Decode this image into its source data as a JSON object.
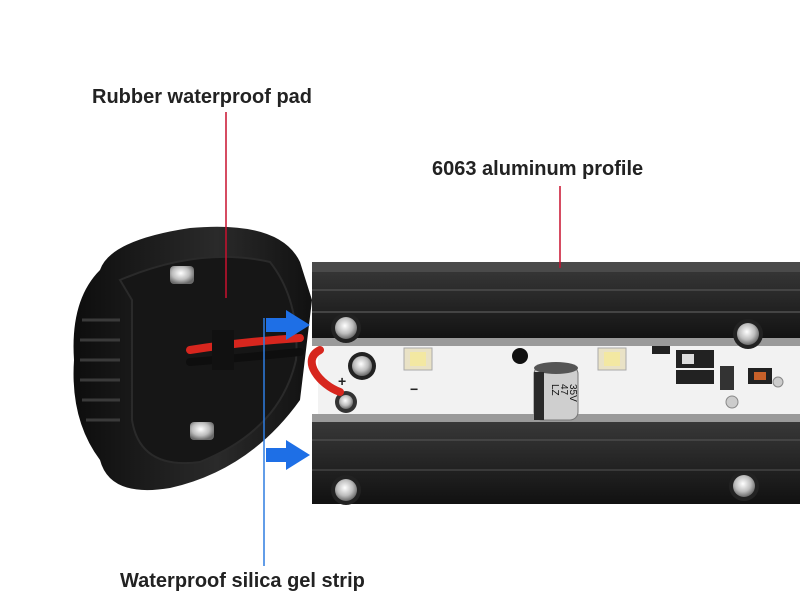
{
  "labels": {
    "rubber_pad": "Rubber waterproof pad",
    "aluminum_profile": "6063 aluminum profile",
    "silica_strip": "Waterproof silica gel strip"
  },
  "component_markings": {
    "capacitor": [
      "LZ",
      "47",
      "35V"
    ],
    "board_polarity": [
      "+",
      "−"
    ]
  },
  "colors": {
    "pointer_line_red": "#c8102e",
    "pointer_line_blue": "#2f7de1",
    "arrow_blue": "#1e6fe6",
    "housing_black": "#1c1c1c",
    "board_white": "#f2f2f2",
    "wire_red": "#d7261e"
  }
}
